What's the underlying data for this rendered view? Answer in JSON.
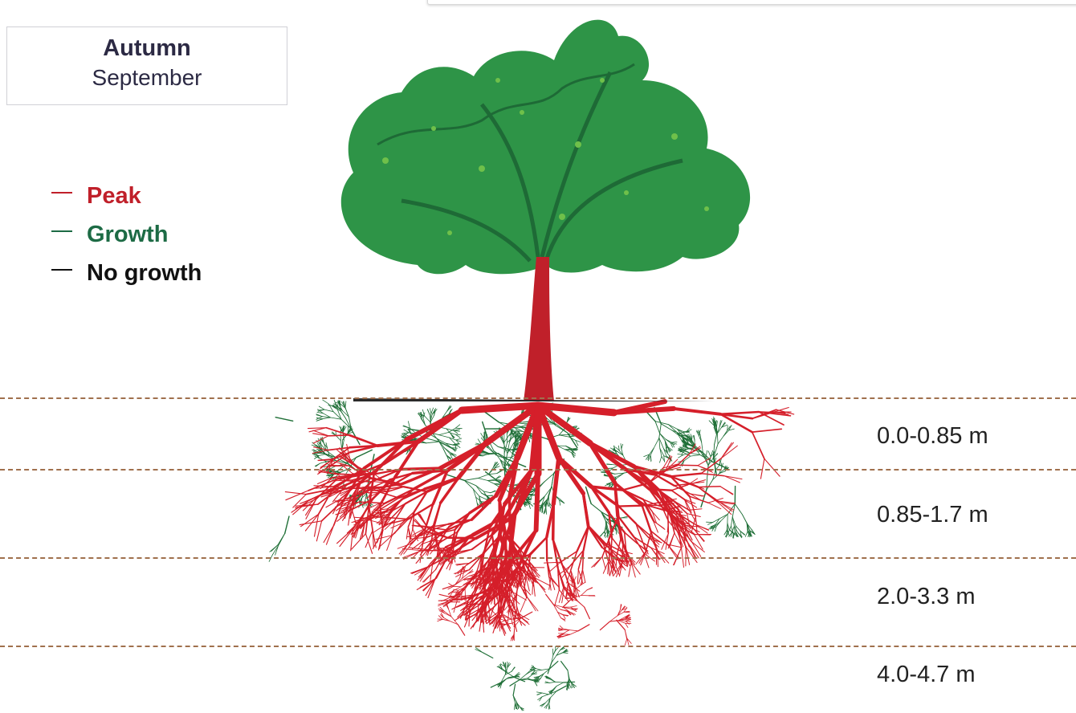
{
  "season": {
    "title": "Autumn",
    "subtitle": "September"
  },
  "legend": [
    {
      "label": "Peak",
      "color": "#c0202a"
    },
    {
      "label": "Growth",
      "color": "#1d6b45"
    },
    {
      "label": "No growth",
      "color": "#111111"
    }
  ],
  "depth_zones": [
    {
      "label": "0.0-0.85 m",
      "status": "Peak"
    },
    {
      "label": "0.85-1.7 m",
      "status": "Peak"
    },
    {
      "label": "2.0-3.3 m",
      "status": "Peak"
    },
    {
      "label": "4.0-4.7 m",
      "status": "Growth"
    }
  ],
  "colors": {
    "canopy": "#2e9447",
    "canopy_dark": "#1e6a36",
    "trunk": "#c0202a",
    "peak_roots": "#d51f2a",
    "growth_roots": "#1f6f37",
    "divider": "#a0704d"
  }
}
